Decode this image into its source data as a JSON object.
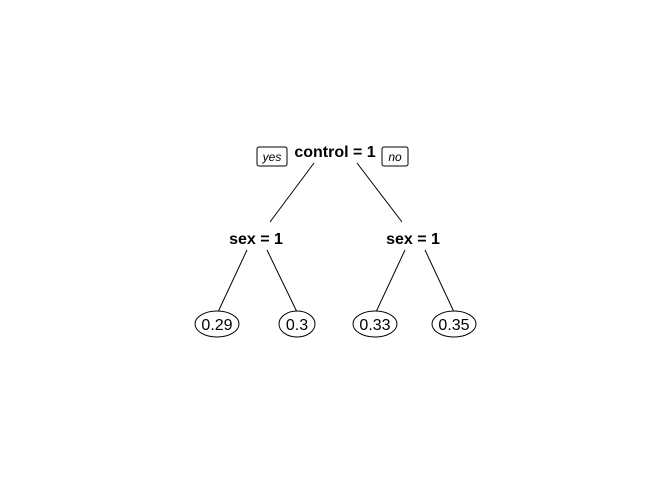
{
  "tree": {
    "root": {
      "label": "control = 1",
      "yes_label": "yes",
      "no_label": "no"
    },
    "left_split": {
      "label": "sex = 1"
    },
    "right_split": {
      "label": "sex = 1"
    },
    "leaves": [
      {
        "label": "0.29"
      },
      {
        "label": "0.3"
      },
      {
        "label": "0.33"
      },
      {
        "label": "0.35"
      }
    ]
  }
}
